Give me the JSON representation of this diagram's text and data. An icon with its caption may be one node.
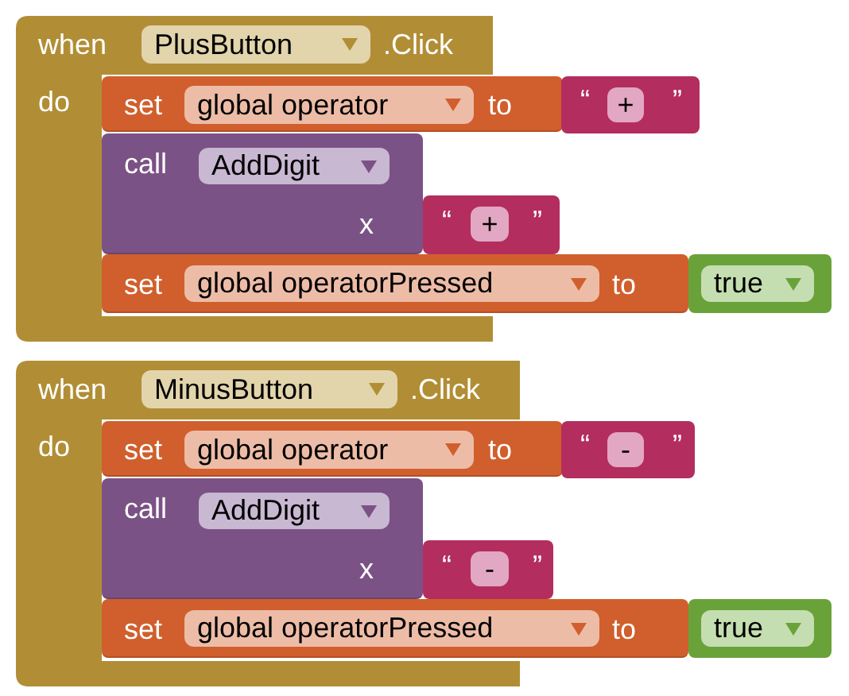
{
  "diagram": {
    "nodes": [
      {
        "text": [
          "when",
          ".Click",
          "do"
        ]
      },
      {
        "text": [
          "PlusButton"
        ],
        "in": 0
      },
      {
        "text": [
          "set",
          "to"
        ]
      },
      {
        "text": [
          "global operator"
        ],
        "in": 2
      },
      {
        "text": [
          "“",
          "”"
        ]
      },
      {
        "text": [
          "+"
        ],
        "in": 4
      },
      {
        "text": [
          "call",
          "x"
        ],
        "in": 0
      },
      {
        "text": [
          "AddDigit"
        ],
        "in": 6
      },
      {
        "text": [
          "“",
          "”"
        ]
      },
      {
        "text": [
          "+"
        ],
        "in": 8
      },
      {
        "text": [
          "set",
          "to"
        ]
      },
      {
        "text": [
          "global operatorPressed"
        ],
        "in": 10
      },
      {
        "text": [],
        "shape": "box"
      },
      {
        "text": [
          "true"
        ],
        "in": 12
      },
      {
        "text": [
          "when",
          ".Click",
          "do"
        ]
      },
      {
        "text": [
          "MinusButton"
        ],
        "in": 14
      },
      {
        "text": [
          "set",
          "to"
        ]
      },
      {
        "text": [
          "global operator"
        ],
        "in": 16
      },
      {
        "text": [
          "“",
          "”"
        ]
      },
      {
        "text": [
          "-"
        ],
        "in": 18
      },
      {
        "text": [
          "call",
          "x"
        ],
        "in": 14
      },
      {
        "text": [
          "AddDigit"
        ],
        "in": 20
      },
      {
        "text": [
          "“",
          "”"
        ]
      },
      {
        "text": [
          "-"
        ],
        "in": 22
      },
      {
        "text": [
          "set",
          "to"
        ]
      },
      {
        "text": [
          "global operatorPressed"
        ],
        "in": 24
      },
      {
        "text": [],
        "shape": "box"
      },
      {
        "text": [
          "true"
        ],
        "in": 26
      }
    ]
  }
}
